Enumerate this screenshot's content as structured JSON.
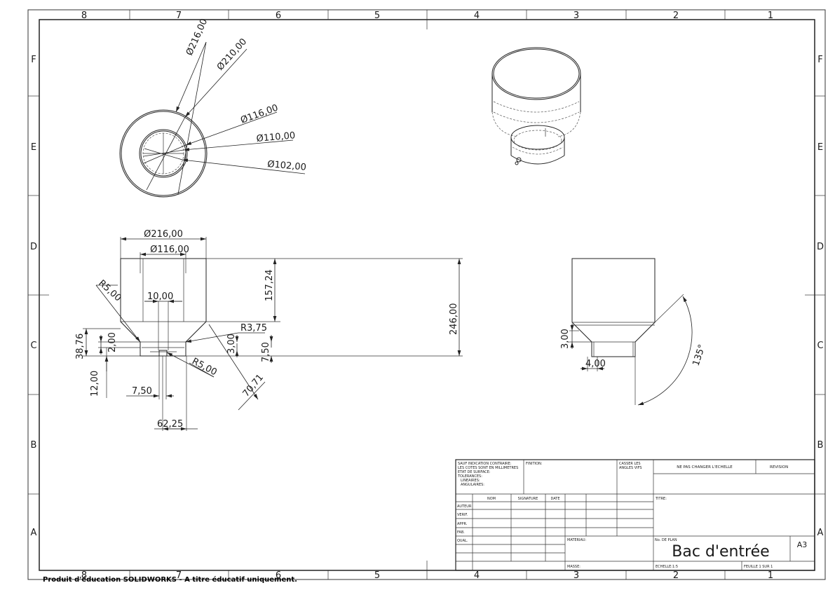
{
  "zones": {
    "columns": [
      "8",
      "7",
      "6",
      "5",
      "4",
      "3",
      "2",
      "1"
    ],
    "rows": [
      "F",
      "E",
      "D",
      "C",
      "B",
      "A"
    ]
  },
  "dimensions": {
    "top_view": [
      "Ø216,00",
      "Ø210,00",
      "Ø116,00",
      "Ø110,00",
      "Ø102,00"
    ],
    "front_view": {
      "d216": "Ø216,00",
      "d116": "Ø116,00",
      "h157": "157,24",
      "h246": "246,00",
      "r5a": "R5,00",
      "w10": "10,00",
      "r375": "R3,75",
      "h3": "3,00",
      "h750": "7,50",
      "r5b": "R5,00",
      "l7071": "70,71",
      "h3876": "38,76",
      "h2": "2,00",
      "h12": "12,00",
      "w750": "7,50",
      "w6225": "62,25"
    },
    "side_view": {
      "h3": "3,00",
      "w4": "4,00",
      "angle": "135°"
    }
  },
  "title_block": {
    "general": [
      "SAUF INDICATION CONTRAIRE:",
      "LES COTES SONT EN MILLIMETRES",
      "ETAT DE SURFACE:",
      "TOLERANCES:",
      "LINEAIRES:",
      "ANGULAIRES:"
    ],
    "finish": "FINITION:",
    "break_edges": [
      "CASSER LES",
      "ANGLES VIFS"
    ],
    "no_scale": "NE PAS CHANGER L'ECHELLE",
    "revision": "REVISION",
    "headers": [
      "NOM",
      "SIGNATURE",
      "DATE"
    ],
    "roles": [
      "AUTEUR",
      "VERIF.",
      "APPR.",
      "FAB.",
      "QUAL."
    ],
    "title_label": "TITRE:",
    "material": "MATERIAU:",
    "drawing_no": "No. DE PLAN",
    "drawing_title": "Bac d'entrée",
    "size": "A3",
    "mass": "MASSE:",
    "scale": "ECHELLE:1:5",
    "sheet": "FEUILLE 1 SUR 1"
  },
  "watermark": "Produit d'éducation SOLIDWORKS - A titre éducatif uniquement."
}
